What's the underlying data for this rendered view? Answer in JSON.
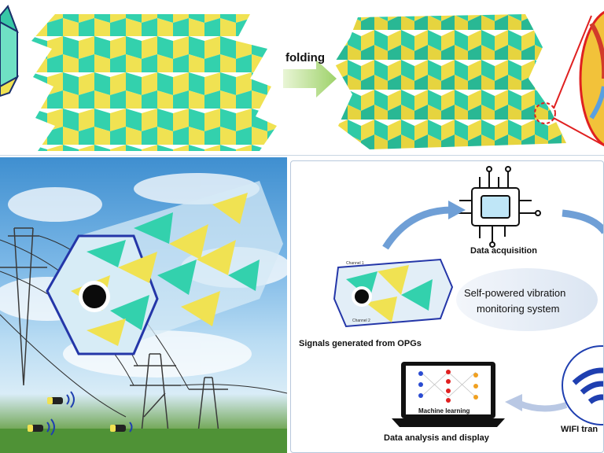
{
  "top": {
    "arrow_label": "folding"
  },
  "bottom_right": {
    "data_acquisition": "Data acquisition",
    "center_line1": "Self-powered vibration",
    "center_line2": "monitoring system",
    "signals_label": "Signals generated from OPGs",
    "channel_top": "Channel 1",
    "channel_bottom": "Channel 2",
    "machine_learning": "Machine learning",
    "data_analysis": "Data analysis and display",
    "wifi_label": "WIFI tran"
  },
  "colors": {
    "teal": "#33d1ad",
    "yellow": "#f0e252",
    "accent_red": "#e02020",
    "wifi_blue": "#1f3fb0",
    "arrow_blue": "#6f9fd6"
  }
}
